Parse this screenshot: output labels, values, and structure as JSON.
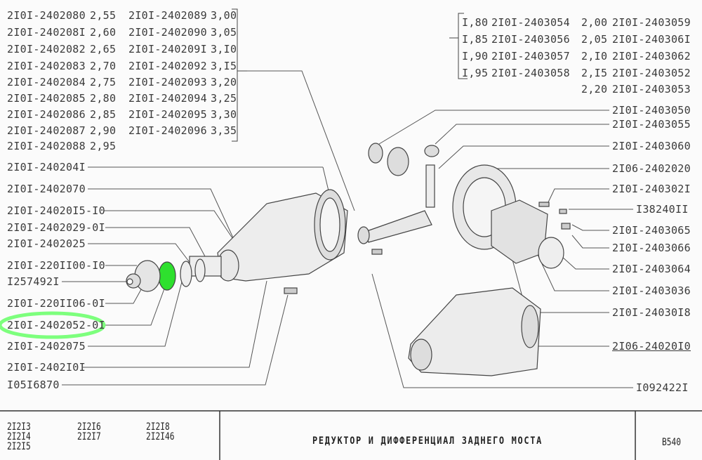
{
  "shim_table": {
    "col1": [
      {
        "code": "2I0I-2402080",
        "size": "2,55"
      },
      {
        "code": "2I0I-240208I",
        "size": "2,60"
      },
      {
        "code": "2I0I-2402082",
        "size": "2,65"
      },
      {
        "code": "2I0I-2402083",
        "size": "2,70"
      },
      {
        "code": "2I0I-2402084",
        "size": "2,75"
      },
      {
        "code": "2I0I-2402085",
        "size": "2,80"
      },
      {
        "code": "2I0I-2402086",
        "size": "2,85"
      },
      {
        "code": "2I0I-2402087",
        "size": "2,90"
      },
      {
        "code": "2I0I-2402088",
        "size": "2,95"
      }
    ],
    "col2": [
      {
        "code": "2I0I-2402089",
        "size": "3,00"
      },
      {
        "code": "2I0I-2402090",
        "size": "3,05"
      },
      {
        "code": "2I0I-240209I",
        "size": "3,I0"
      },
      {
        "code": "2I0I-2402092",
        "size": "3,I5"
      },
      {
        "code": "2I0I-2402093",
        "size": "3,20"
      },
      {
        "code": "2I0I-2402094",
        "size": "3,25"
      },
      {
        "code": "2I0I-2402095",
        "size": "3,30"
      },
      {
        "code": "2I0I-2402096",
        "size": "3,35"
      }
    ]
  },
  "washer_table": {
    "col1": [
      {
        "size": "I,80",
        "code": "2I0I-2403054"
      },
      {
        "size": "I,85",
        "code": "2I0I-2403056"
      },
      {
        "size": "I,90",
        "code": "2I0I-2403057"
      },
      {
        "size": "I,95",
        "code": "2I0I-2403058"
      }
    ],
    "col2": [
      {
        "size": "2,00",
        "code": "2I0I-2403059"
      },
      {
        "size": "2,05",
        "code": "2I0I-240306I"
      },
      {
        "size": "2,I0",
        "code": "2I0I-2403062"
      },
      {
        "size": "2,I5",
        "code": "2I0I-2403052"
      },
      {
        "size": "2,20",
        "code": "2I0I-2403053"
      }
    ]
  },
  "left_labels": [
    "2I0I-240204I",
    "2I0I-2402070",
    "2I0I-24020I5-I0",
    "2I0I-2402029-0I",
    "2I0I-2402025",
    "2I0I-220II00-I0",
    "I257492I",
    "2I0I-220II06-0I",
    "2I0I-2402052-0I",
    "2I0I-2402075",
    "2I0I-2402I0I",
    "I05I6870"
  ],
  "right_labels": [
    "2I0I-2403050",
    "2I0I-2403055",
    "2I0I-2403060",
    "2I06-2402020",
    "2I0I-240302I",
    "I38240II",
    "2I0I-2403065",
    "2I0I-2403066",
    "2I0I-2403064",
    "2I0I-2403036",
    "2I0I-24030I8",
    "2I06-24020I0",
    "I092422I"
  ],
  "highlighted_label": "2I0I-2402052-0I",
  "highlight_color": "#66ff66",
  "footer": {
    "models": [
      "2I2I3",
      "2I2I4",
      "2I2I5",
      "2I2I6",
      "2I2I7",
      "2I2I8",
      "2I2I46"
    ],
    "title": "РЕДУКТОР  И  ДИФФЕРЕНЦИАЛ  ЗАДНЕГО  МОСТА",
    "page_code": "B540"
  }
}
